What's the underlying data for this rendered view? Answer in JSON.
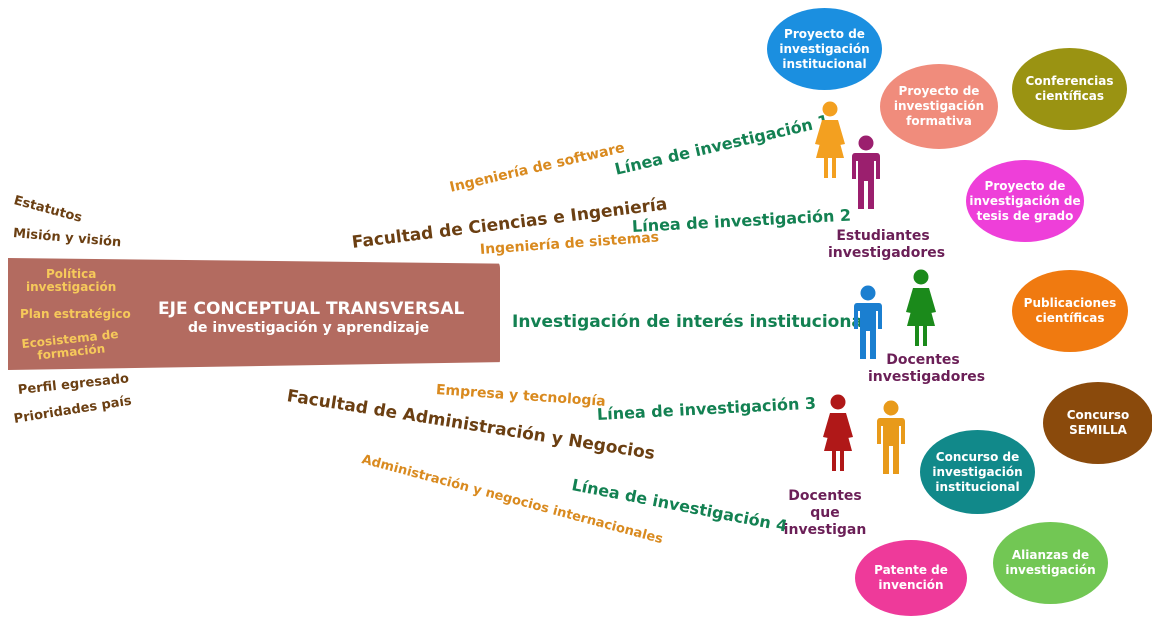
{
  "center": {
    "title": "EJE CONCEPTUAL TRANSVERSAL",
    "subtitle": "de investigación y aprendizaje"
  },
  "left_items": {
    "estatutos": "Estatutos",
    "mision": "Misión y visión",
    "politica": "Política\ninvestigación",
    "plan": "Plan estratégico",
    "ecosistema": "Ecosistema de\nformación",
    "perfil": "Perfil egresado",
    "prioridades": "Prioridades país"
  },
  "branches": {
    "software": "Ingeniería de software",
    "linea1": "Línea de investigación 1",
    "fac_ciencias": "Facultad de Ciencias e Ingeniería",
    "linea2": "Línea de investigación 2",
    "sistemas": "Ingeniería de sistemas",
    "interes": "Investigación de interés institucional",
    "empresa": "Empresa y tecnología",
    "fac_admin": "Facultad de Administración y Negocios",
    "linea3": "Línea de investigación 3",
    "admin_neg": "Administración y negocios internacionales",
    "linea4": "Línea de investigación 4"
  },
  "groups": {
    "estudiantes": "Estudiantes\ninvestigadores",
    "docentes_inv": "Docentes\ninvestigadores",
    "docentes_que": "Docentes\nque investigan"
  },
  "circles": {
    "pi_inst": "Proyecto de\ninvestigación\ninstitucional",
    "pi_form": "Proyecto de\ninvestigación\nformativa",
    "conferencias": "Conferencias\ncientíficas",
    "tesis": "Proyecto de\ninvestigación de\ntesis de grado",
    "publicaciones": "Publicaciones\ncientíficas",
    "semilla": "Concurso\nSEMILLA",
    "concurso_inst": "Concurso de\ninvestigación\ninstitucional",
    "alianzas": "Alianzas de\ninvestigación",
    "patente": "Patente de\ninvención"
  },
  "colors": {
    "banner": "#b36b60",
    "blue": "#1b8fe0",
    "salmon": "#f08c7c",
    "olive": "#9a9312",
    "magenta": "#ee3fd9",
    "orange": "#f07a10",
    "brown": "#8a4a0c",
    "teal": "#11898a",
    "lightgreen": "#72c754",
    "pink": "#ee3a9a"
  }
}
